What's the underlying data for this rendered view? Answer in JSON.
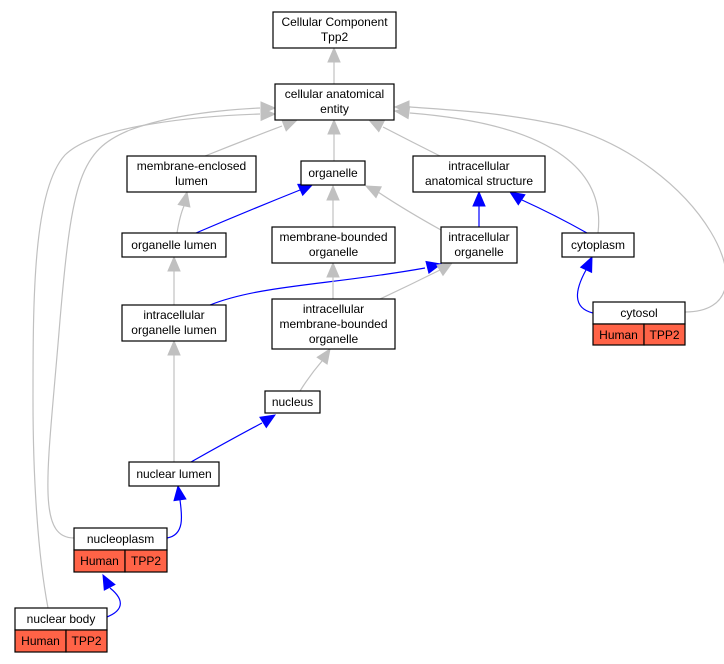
{
  "colors": {
    "is_a_edge": "#c0c0c0",
    "part_of_edge": "#0000ff",
    "annotation_fill": "#ff6347",
    "node_fill": "#ffffff",
    "node_border": "#000000"
  },
  "nodes": {
    "root": {
      "line1": "Cellular Component",
      "line2": "Tpp2"
    },
    "cae": {
      "line1": "cellular anatomical",
      "line2": "entity"
    },
    "mel": {
      "line1": "membrane-enclosed",
      "line2": "lumen"
    },
    "org": {
      "line1": "organelle"
    },
    "ias": {
      "line1": "intracellular",
      "line2": "anatomical structure"
    },
    "orl": {
      "line1": "organelle lumen"
    },
    "mbo": {
      "line1": "membrane-bounded",
      "line2": "organelle"
    },
    "io": {
      "line1": "intracellular",
      "line2": "organelle"
    },
    "cyp": {
      "line1": "cytoplasm"
    },
    "iol": {
      "line1": "intracellular",
      "line2": "organelle lumen"
    },
    "imbo": {
      "line1": "intracellular",
      "line2": "membrane-bounded",
      "line3": "organelle"
    },
    "cytosol": {
      "line1": "cytosol",
      "species": "Human",
      "gene": "TPP2"
    },
    "nuc": {
      "line1": "nucleus"
    },
    "nl": {
      "line1": "nuclear lumen"
    },
    "np": {
      "line1": "nucleoplasm",
      "species": "Human",
      "gene": "TPP2"
    },
    "nb": {
      "line1": "nuclear body",
      "species": "Human",
      "gene": "TPP2"
    }
  },
  "edges": [
    {
      "from": "cae",
      "to": "root",
      "relation": "is_a"
    },
    {
      "from": "mel",
      "to": "cae",
      "relation": "is_a"
    },
    {
      "from": "org",
      "to": "cae",
      "relation": "is_a"
    },
    {
      "from": "ias",
      "to": "cae",
      "relation": "is_a"
    },
    {
      "from": "cyp",
      "to": "cae",
      "relation": "is_a"
    },
    {
      "from": "cytosol",
      "to": "cae",
      "relation": "is_a"
    },
    {
      "from": "np",
      "to": "cae",
      "relation": "is_a"
    },
    {
      "from": "nb",
      "to": "cae",
      "relation": "is_a"
    },
    {
      "from": "orl",
      "to": "mel",
      "relation": "is_a"
    },
    {
      "from": "orl",
      "to": "org",
      "relation": "part_of"
    },
    {
      "from": "mbo",
      "to": "org",
      "relation": "is_a"
    },
    {
      "from": "io",
      "to": "org",
      "relation": "is_a"
    },
    {
      "from": "io",
      "to": "ias",
      "relation": "part_of"
    },
    {
      "from": "cyp",
      "to": "ias",
      "relation": "part_of"
    },
    {
      "from": "cytosol",
      "to": "cyp",
      "relation": "part_of"
    },
    {
      "from": "iol",
      "to": "orl",
      "relation": "is_a"
    },
    {
      "from": "iol",
      "to": "io",
      "relation": "part_of"
    },
    {
      "from": "imbo",
      "to": "mbo",
      "relation": "is_a"
    },
    {
      "from": "imbo",
      "to": "io",
      "relation": "is_a"
    },
    {
      "from": "nuc",
      "to": "imbo",
      "relation": "is_a"
    },
    {
      "from": "nl",
      "to": "iol",
      "relation": "is_a"
    },
    {
      "from": "nl",
      "to": "nuc",
      "relation": "part_of"
    },
    {
      "from": "np",
      "to": "nl",
      "relation": "part_of"
    },
    {
      "from": "nb",
      "to": "np",
      "relation": "part_of"
    }
  ]
}
